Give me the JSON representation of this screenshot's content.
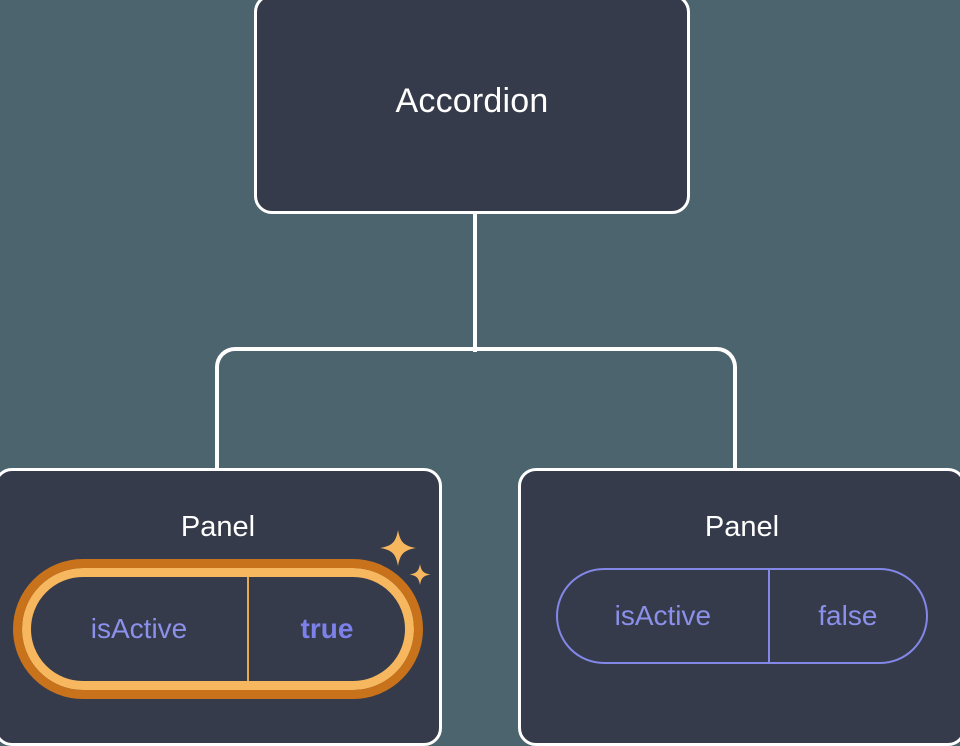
{
  "theme": {
    "page_background": "#4c646e",
    "node_background": "#353b4a",
    "node_border": "#ffffff",
    "edge_color": "#ffffff",
    "prop_text": "#8b90ea",
    "prop_border": "#8287e8",
    "highlight_inner": "#f7b75e",
    "highlight_outer": "#c8721c",
    "sparkle_color": "#f7b75e"
  },
  "tree": {
    "root": {
      "label": "Accordion"
    },
    "children": [
      {
        "label": "Panel",
        "highlighted": true,
        "prop": {
          "name": "isActive",
          "value": "true"
        },
        "sparkle_icon": "sparkles-icon"
      },
      {
        "label": "Panel",
        "highlighted": false,
        "prop": {
          "name": "isActive",
          "value": "false"
        }
      }
    ]
  }
}
